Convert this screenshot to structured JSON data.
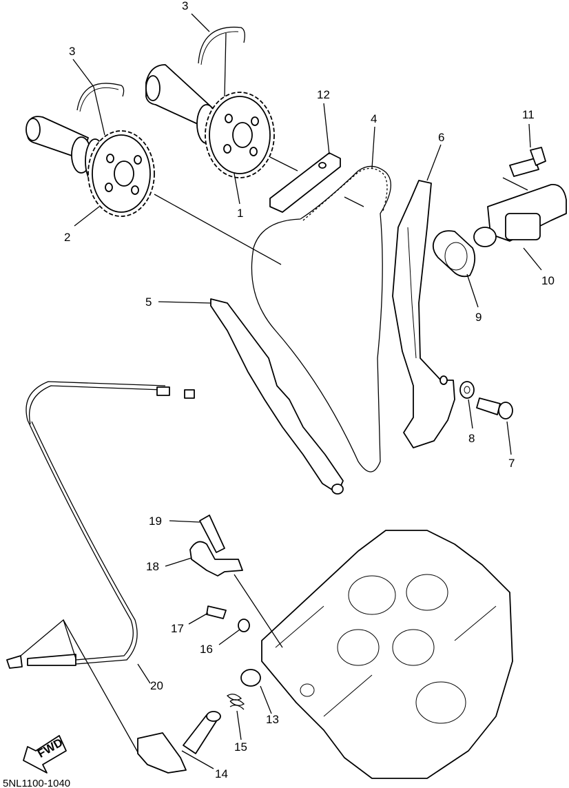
{
  "callouts": [
    {
      "id": "c1",
      "label": "1"
    },
    {
      "id": "c2",
      "label": "2"
    },
    {
      "id": "c3a",
      "label": "3"
    },
    {
      "id": "c3b",
      "label": "3"
    },
    {
      "id": "c4",
      "label": "4"
    },
    {
      "id": "c5",
      "label": "5"
    },
    {
      "id": "c6",
      "label": "6"
    },
    {
      "id": "c7",
      "label": "7"
    },
    {
      "id": "c8",
      "label": "8"
    },
    {
      "id": "c9",
      "label": "9"
    },
    {
      "id": "c10",
      "label": "10"
    },
    {
      "id": "c11",
      "label": "11"
    },
    {
      "id": "c12",
      "label": "12"
    },
    {
      "id": "c13",
      "label": "13"
    },
    {
      "id": "c14",
      "label": "14"
    },
    {
      "id": "c15",
      "label": "15"
    },
    {
      "id": "c16",
      "label": "16"
    },
    {
      "id": "c17",
      "label": "17"
    },
    {
      "id": "c18",
      "label": "18"
    },
    {
      "id": "c19",
      "label": "19"
    },
    {
      "id": "c20",
      "label": "20"
    }
  ],
  "fwd_label": "FWD",
  "reference_code": "5NL1100-1040"
}
